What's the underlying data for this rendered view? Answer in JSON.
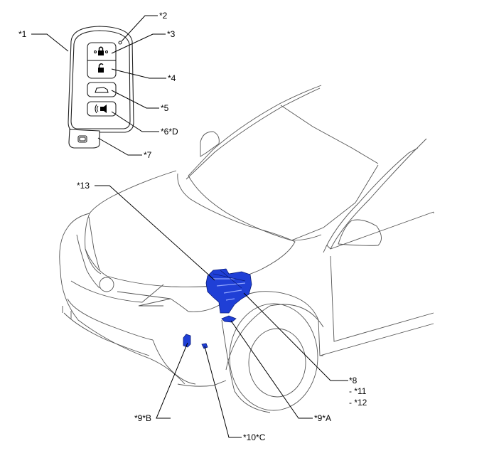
{
  "callouts": {
    "c1": "*1",
    "c2": "*2",
    "c3": "*3",
    "c4": "*4",
    "c5": "*5",
    "c6": "*6*D",
    "c7": "*7",
    "c13": "*13",
    "c8": "*8",
    "c11": "- *11",
    "c12": "- *12",
    "c9a": "*9*A",
    "c9b": "*9*B",
    "c10": "*10*C"
  },
  "colors": {
    "component_fill": "#1f3fd6",
    "component_stroke": "#0b1d7a"
  }
}
